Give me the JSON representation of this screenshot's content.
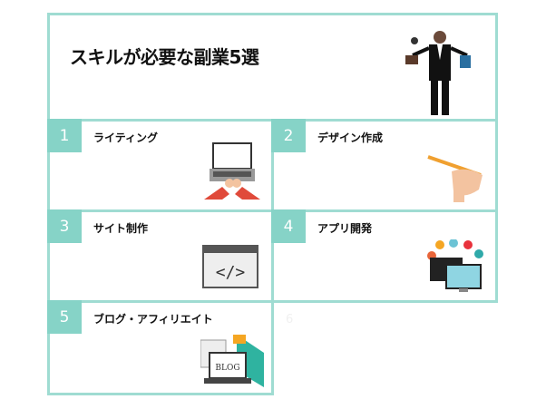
{
  "title": "スキルが必要な副業5選",
  "items": [
    {
      "num": "1",
      "label": "ライティング",
      "icon": "laptop-typing-icon"
    },
    {
      "num": "2",
      "label": "デザイン作成",
      "icon": "pencil-hand-icon"
    },
    {
      "num": "3",
      "label": "サイト制作",
      "icon": "code-window-icon"
    },
    {
      "num": "4",
      "label": "アプリ開発",
      "icon": "monitors-apps-icon"
    },
    {
      "num": "5",
      "label": "ブログ・アフィリエイト",
      "icon": "blog-laptop-icon"
    }
  ],
  "ghost_num": "6",
  "blog_text": "BLOG",
  "accent": "#86d3c7"
}
